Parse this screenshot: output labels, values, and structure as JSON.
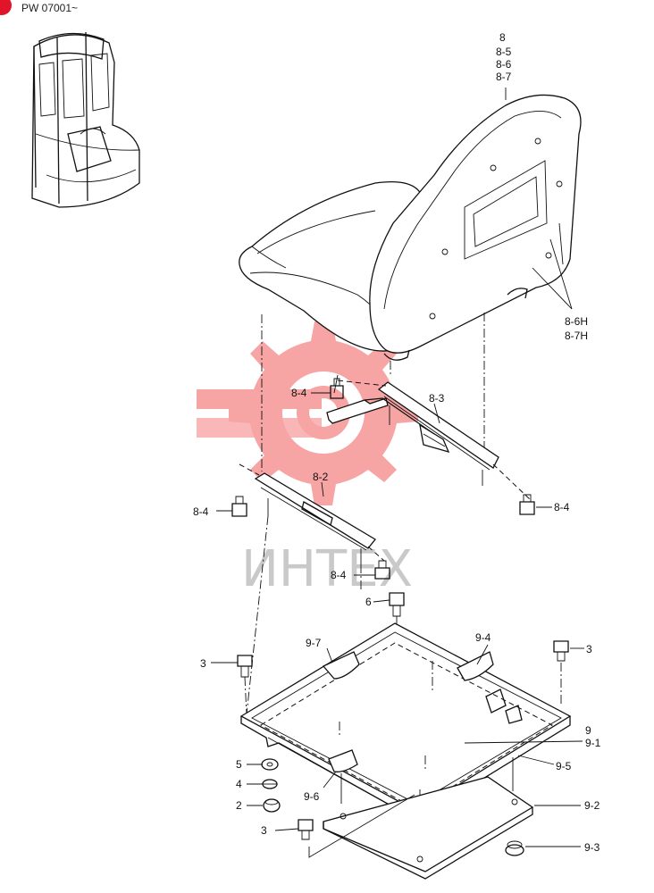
{
  "header": {
    "model_code": "PW 07001~",
    "badge_color": "#e0152a"
  },
  "watermark": {
    "text": "ИНТЕХ",
    "gear_color": "#f05a5a"
  },
  "labels": {
    "seat_8": "8",
    "seat_8_5": "8-5",
    "seat_8_6": "8-6",
    "seat_8_7": "8-7",
    "back_8_6H": "8-6H",
    "back_8_7H": "8-7H",
    "rail_8_3": "8-3",
    "rail_8_2": "8-2",
    "bolt_8_4_a": "8-4",
    "bolt_8_4_b": "8-4",
    "bolt_8_4_c": "8-4",
    "bolt_8_4_d": "8-4",
    "bolt_6": "6",
    "bolt_3_left_top": "3",
    "bolt_3_right": "3",
    "bolt_3_left_bottom": "3",
    "plate_9_7": "9-7",
    "plate_9_4": "9-4",
    "plate_9": "9",
    "plate_9_1": "9-1",
    "plate_9_5": "9-5",
    "plate_9_6": "9-6",
    "mat_9_2": "9-2",
    "grommet_9_3": "9-3",
    "washer_5": "5",
    "washer_4": "4",
    "washer_2": "2"
  }
}
